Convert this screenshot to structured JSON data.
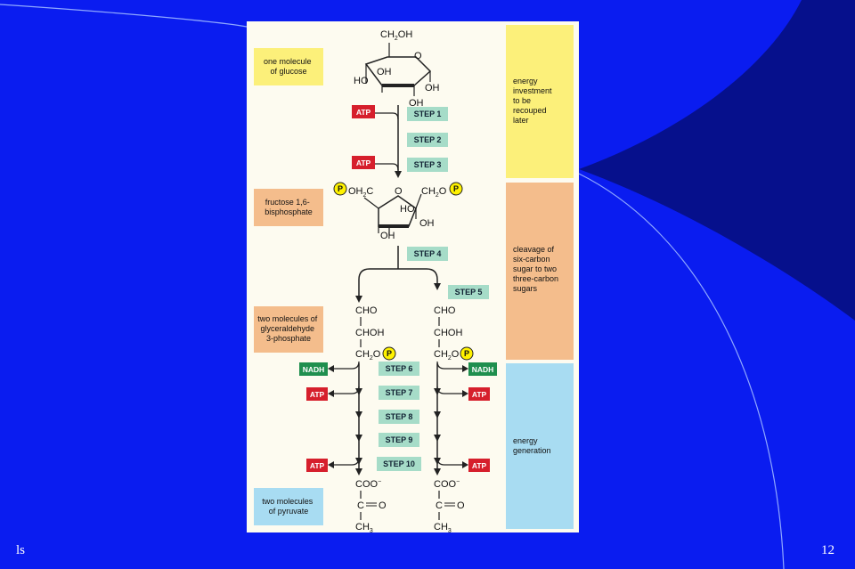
{
  "slide": {
    "footer_left": "ls",
    "page_number": "12",
    "colors": {
      "background": "#0a1cf0",
      "accent_dark": "#06108c"
    }
  },
  "diagram": {
    "labels": {
      "glucose": [
        "one molecule",
        "of glucose"
      ],
      "fructose": [
        "fructose 1,6-",
        "bisphosphate"
      ],
      "gap": [
        "two molecules of",
        "glyceraldehyde",
        "3-phosphate"
      ],
      "pyruvate": [
        "two molecules",
        "of pyruvate"
      ]
    },
    "phases": {
      "investment": [
        "energy",
        "investment",
        "to be",
        "recouped",
        "later"
      ],
      "cleavage": [
        "cleavage of",
        "six-carbon",
        "sugar to two",
        "three-carbon",
        "sugars"
      ],
      "generation": [
        "energy",
        "generation"
      ]
    },
    "steps": [
      "STEP 1",
      "STEP 2",
      "STEP 3",
      "STEP 4",
      "STEP 5",
      "STEP 6",
      "STEP 7",
      "STEP 8",
      "STEP 9",
      "STEP 10"
    ],
    "tags": {
      "atp": "ATP",
      "nadh": "NADH",
      "phosphate": "P"
    },
    "chem": {
      "ch2oh": "CH",
      "oh": "OH",
      "ho": "HO",
      "o": "O",
      "oh2c": "OH",
      "ch2o": "CH",
      "cho": "CHO",
      "choh": "CHOH",
      "coo": "COO",
      "co": "C",
      "eq_o": "O",
      "ch3": "CH"
    },
    "colors": {
      "yellow": "#fcf07a",
      "orange": "#f4bd8c",
      "blue": "#a8dcf2",
      "step": "#a6dcc8",
      "atp": "#d61f2c",
      "nadh": "#1f8f4e",
      "phos": "#fff200"
    }
  }
}
